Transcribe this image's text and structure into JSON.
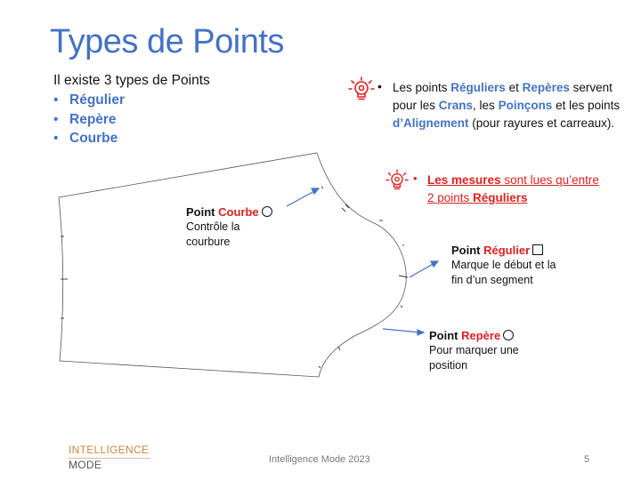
{
  "title": "Types de Points",
  "intro": "Il existe 3 types de Points",
  "types": [
    "Régulier",
    "Repère",
    "Courbe"
  ],
  "note1": {
    "t1": "Les points ",
    "b1": "Réguliers",
    "t2": " et ",
    "b2": "Repères",
    "t3": " servent pour les ",
    "b3": "Crans",
    "t4": ", les ",
    "b4": "Poinçons",
    "t5": " et les points ",
    "b5": "d’Alignement",
    "t6": " (pour rayures et carreaux)."
  },
  "note2": {
    "b1": "Les mesures",
    "t1": " sont lues qu’entre 2 points ",
    "b2": "Réguliers"
  },
  "callouts": {
    "courbe": {
      "prefix": "Point ",
      "type": "Courbe",
      "desc": "Contrôle la courbure"
    },
    "regulier": {
      "prefix": "Point ",
      "type": "Régulier",
      "desc": "Marque le début et la fin d’un segment"
    },
    "repere": {
      "prefix": "Point ",
      "type": "Repère",
      "desc": "Pour marquer une position"
    }
  },
  "logo": {
    "line1": "INTELLIGENCE",
    "line2": "MODE"
  },
  "footer": "Intelligence Mode 2023",
  "page_number": "5",
  "colors": {
    "accent_blue": "#4472c4",
    "accent_red": "#e02020",
    "logo_orange": "#c8873f"
  },
  "icons": [
    "lightbulb-gear-icon",
    "circle-point-icon",
    "square-point-icon"
  ]
}
